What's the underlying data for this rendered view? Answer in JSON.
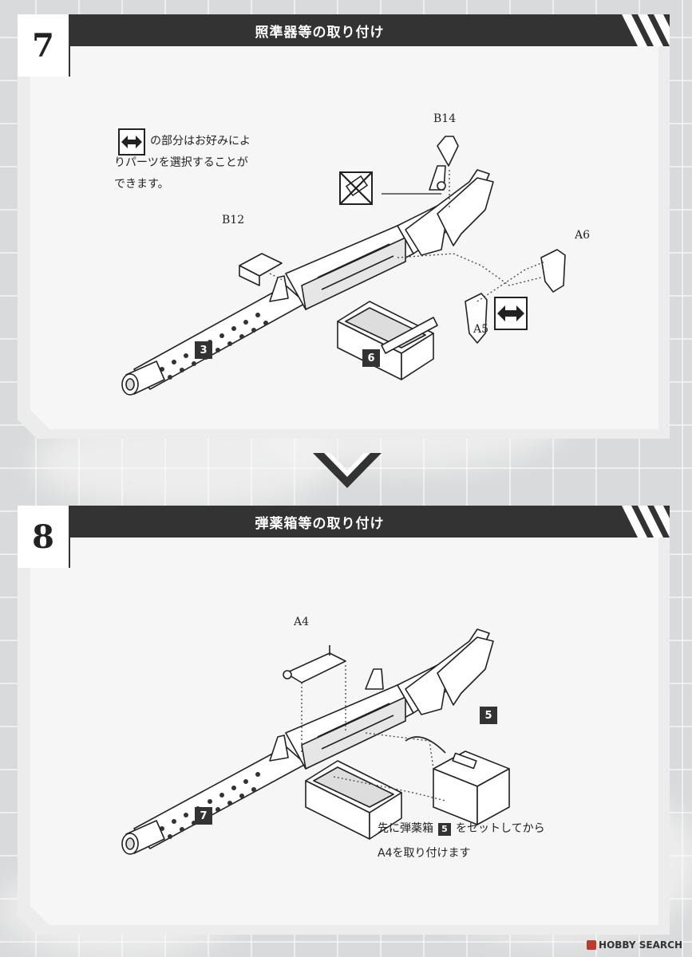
{
  "step7": {
    "number": "7",
    "title": "照準器等の取り付け",
    "note_lines": [
      "の部分はお好みによ",
      "りパーツを選択することが",
      "できます。"
    ],
    "part_labels": {
      "b14": "B14",
      "b12": "B12",
      "a6": "A6",
      "a5": "A5"
    },
    "badges": {
      "gun": "3",
      "box": "6"
    }
  },
  "step8": {
    "number": "8",
    "title": "弾薬箱等の取り付け",
    "part_labels": {
      "a4": "A4"
    },
    "badges": {
      "gun": "7",
      "ammo": "5"
    },
    "note_line1_pre": "先に弾薬箱",
    "note_line1_badge": "5",
    "note_line1_post": "をセットしてから",
    "note_line2": "A4を取り付けます"
  },
  "watermark": "HOBBY SEARCH",
  "icons": [
    "choice-icon",
    "cement-icon",
    "down-arrow-icon"
  ]
}
